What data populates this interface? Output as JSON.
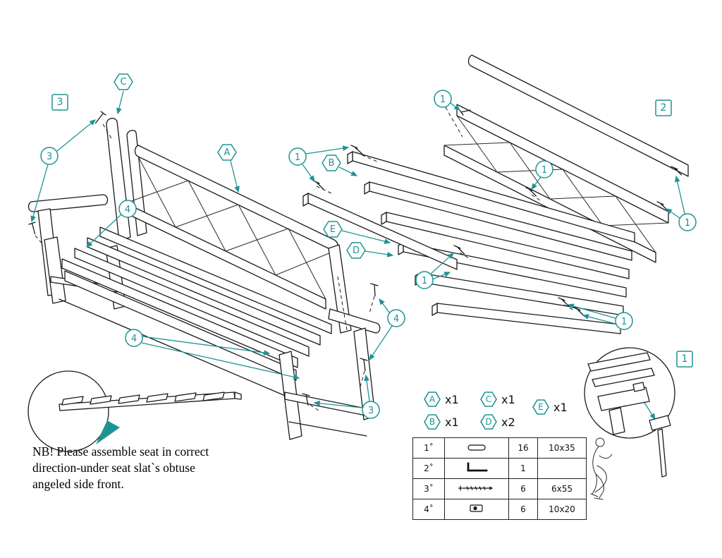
{
  "colors": {
    "accent": "#1d9494",
    "line_black": "#1a1a1a"
  },
  "views": {
    "assembled": {
      "step_label": "3",
      "part_callouts": [
        "C",
        "A"
      ],
      "fastener_callouts": [
        "3",
        "4",
        "4",
        "4",
        "3"
      ]
    },
    "exploded": {
      "step_label": "2",
      "part_callouts": [
        "B",
        "E",
        "D"
      ],
      "fastener_callouts": [
        "1",
        "1",
        "1",
        "1",
        "1",
        "1"
      ]
    },
    "detail": {
      "step_label": "1"
    }
  },
  "legend": {
    "items": [
      {
        "part": "A",
        "qty": "x1"
      },
      {
        "part": "C",
        "qty": "x1"
      },
      {
        "part": "E",
        "qty": "x1"
      },
      {
        "part": "B",
        "qty": "x1"
      },
      {
        "part": "D",
        "qty": "x2"
      }
    ]
  },
  "hardware": {
    "rows": [
      {
        "id": "1˚",
        "icon": "dowel-plug-icon",
        "qty": "16",
        "size": "10x35"
      },
      {
        "id": "2˚",
        "icon": "allen-key-icon",
        "qty": "1",
        "size": ""
      },
      {
        "id": "3˚",
        "icon": "long-screw-icon",
        "qty": "6",
        "size": "6x55"
      },
      {
        "id": "4˚",
        "icon": "barrel-nut-icon",
        "qty": "6",
        "size": "10x20"
      }
    ]
  },
  "note": {
    "lines": [
      "NB! Please assemble seat in correct",
      "direction-under seat slat`s obtuse",
      "angeled side front."
    ]
  }
}
